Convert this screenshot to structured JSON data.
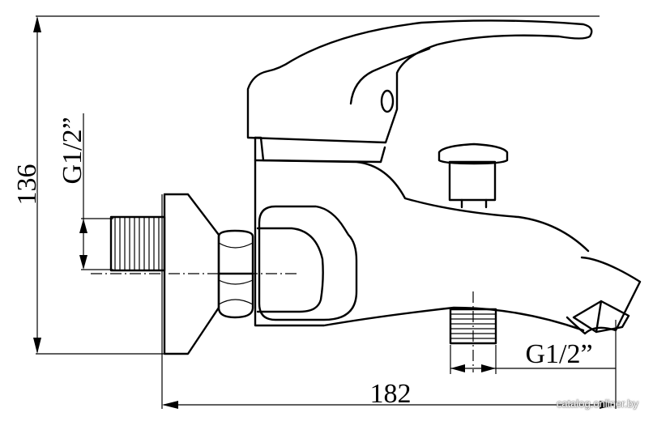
{
  "drawing": {
    "height_label": "136",
    "width_label": "182",
    "thread_left_label": "G1/2”",
    "thread_right_label": "G1/2”"
  },
  "watermark": "catalog.onliner.by"
}
